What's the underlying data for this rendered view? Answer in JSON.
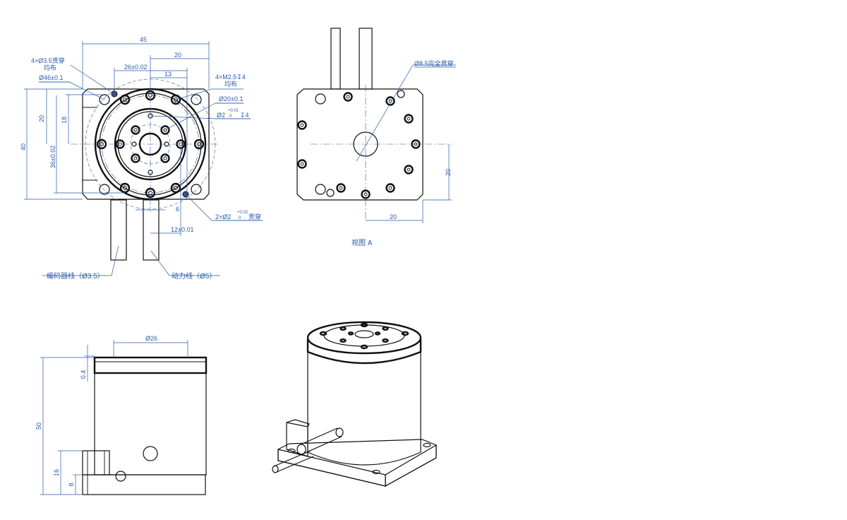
{
  "colors": {
    "line": "#111111",
    "dimension": "#2a5aa8",
    "background": "#ffffff"
  },
  "top_view": {
    "dims": {
      "overall_width": "45",
      "d20_top": "20",
      "pitch_26": "26±0.02",
      "d13": "13",
      "height_40": "40",
      "d20_left": "20",
      "d18": "18",
      "pitch_36": "36±0.02",
      "d6": "6",
      "d12": "12±0.01"
    },
    "notes": {
      "thru_holes_line1": "4×Ø3.5贯穿",
      "thru_holes_line2": "均布",
      "dia46": "Ø46±0.1",
      "thread_line1": "4×M2.5↧4",
      "thread_line2": "均布",
      "dia20": "Ø20±0.1",
      "pin_top_prefix": "Ø2",
      "pin_top_tol_upper": "+0.01",
      "pin_top_tol_lower": "0",
      "pin_top_suffix": "↧4",
      "pin_bottom_prefix": "2×Ø2",
      "pin_bottom_tol_upper": "+0.02",
      "pin_bottom_tol_lower": "0",
      "pin_bottom_suffix": "贯穿"
    },
    "cables": {
      "encoder": "编码器线（Ø3.5）",
      "power": "动力线（Ø5）"
    }
  },
  "view_a": {
    "caption": "视图 A",
    "center_hole": "Ø8.5完全贯穿",
    "dim_right_20": "20",
    "dim_bottom_20": "20"
  },
  "side_view": {
    "dia26": "Ø26",
    "d04": "0.4",
    "d50": "50",
    "d16": "16",
    "d8": "8"
  }
}
